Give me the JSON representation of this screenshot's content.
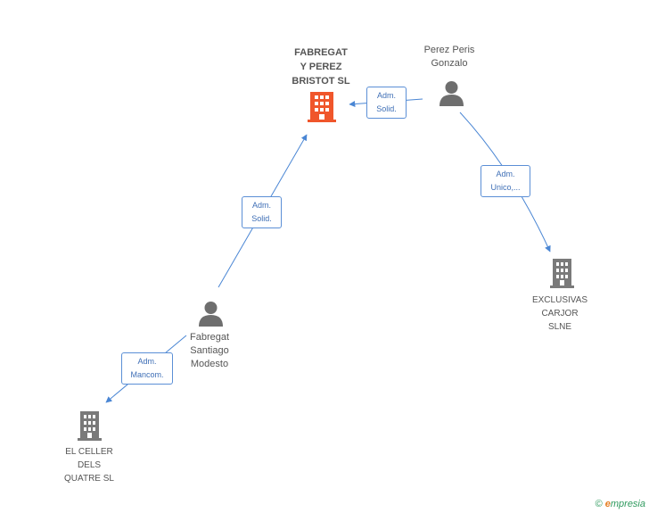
{
  "colors": {
    "main_company": "#f0562b",
    "company": "#7a7a7a",
    "person": "#6e6e6e",
    "edge": "#4a86d4"
  },
  "nodes": {
    "fabregat_perez": {
      "type": "company",
      "label": [
        "FABREGAT",
        "Y PEREZ",
        "BRISTOT SL"
      ],
      "icon": "building-icon"
    },
    "perez_peris": {
      "type": "person",
      "label": [
        "Perez Peris",
        "Gonzalo"
      ],
      "icon": "person-icon"
    },
    "exclusivas": {
      "type": "company",
      "label": [
        "EXCLUSIVAS",
        "CARJOR",
        "SLNE"
      ],
      "icon": "building-icon"
    },
    "fabregat_santiago": {
      "type": "person",
      "label": [
        "Fabregat",
        "Santiago",
        "Modesto"
      ],
      "icon": "person-icon"
    },
    "el_celler": {
      "type": "company",
      "label": [
        "EL CELLER",
        "DELS",
        "QUATRE SL"
      ],
      "icon": "building-icon"
    }
  },
  "relations": [
    {
      "from": "perez_peris",
      "to": "fabregat_perez",
      "label": [
        "Adm.",
        "Solid."
      ]
    },
    {
      "from": "perez_peris",
      "to": "exclusivas",
      "label": [
        "Adm.",
        "Unico,..."
      ]
    },
    {
      "from": "fabregat_santiago",
      "to": "fabregat_perez",
      "label": [
        "Adm.",
        "Solid."
      ]
    },
    {
      "from": "fabregat_santiago",
      "to": "el_celler",
      "label": [
        "Adm.",
        "Mancom."
      ]
    }
  ],
  "footer": {
    "copyright": "©",
    "brand_e": "e",
    "brand_rest": "mpresia"
  }
}
